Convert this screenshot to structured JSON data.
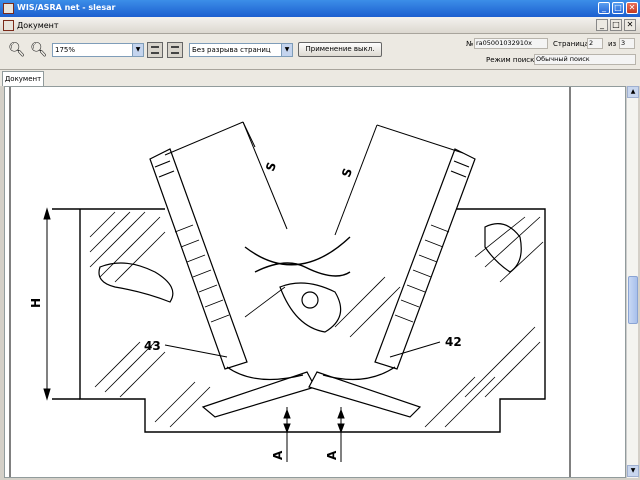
{
  "window": {
    "title": "WIS/ASRA net - slesar",
    "minimize": "_",
    "maximize": "□",
    "close": "✕"
  },
  "document_window": {
    "title": "Документ",
    "minimize": "_",
    "maximize": "□",
    "close": "✕"
  },
  "toolbar": {
    "zoom_value": "175%",
    "page_mode": "Без разрыва страниц",
    "apply_button": "Применение выкл.",
    "number_label": "№",
    "number_value": "ra05001032910x",
    "page_label": "Страница",
    "page_value": "2",
    "of_label": "из",
    "page_total": "3",
    "search_mode_label": "Режим поиска",
    "search_mode_value": "Обычный поиск"
  },
  "tabs": [
    {
      "label": "Документ"
    }
  ],
  "drawing": {
    "labels": {
      "s_left": "S",
      "s_right": "S",
      "h": "H",
      "a_left": "A",
      "a_right": "A",
      "part_left": "43",
      "part_right": "42"
    }
  },
  "icons": {
    "zoom_out": "zoom-out-icon",
    "zoom_in": "zoom-in-icon"
  }
}
